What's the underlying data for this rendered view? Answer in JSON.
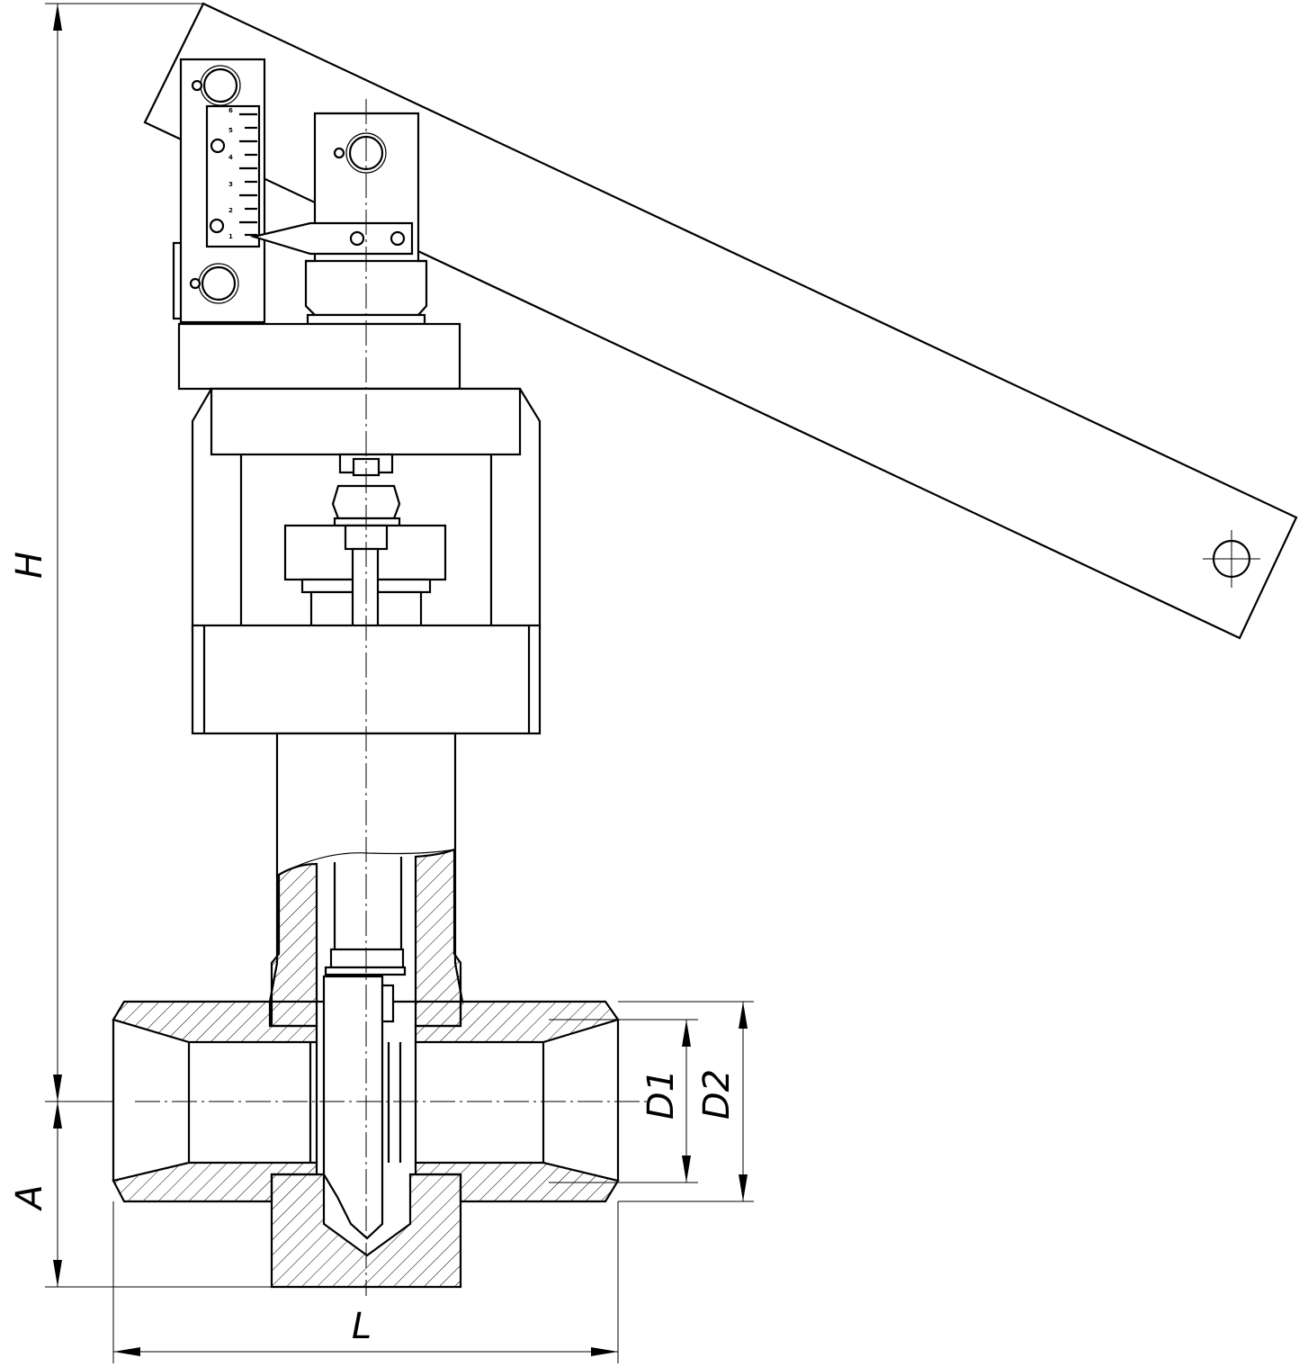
{
  "labels": {
    "height": "H",
    "axis_offset": "A",
    "length": "L",
    "inner_diameter": "D1",
    "outer_diameter": "D2"
  },
  "scale_ticks": [
    "6",
    "5",
    "4",
    "3",
    "2",
    "1"
  ]
}
